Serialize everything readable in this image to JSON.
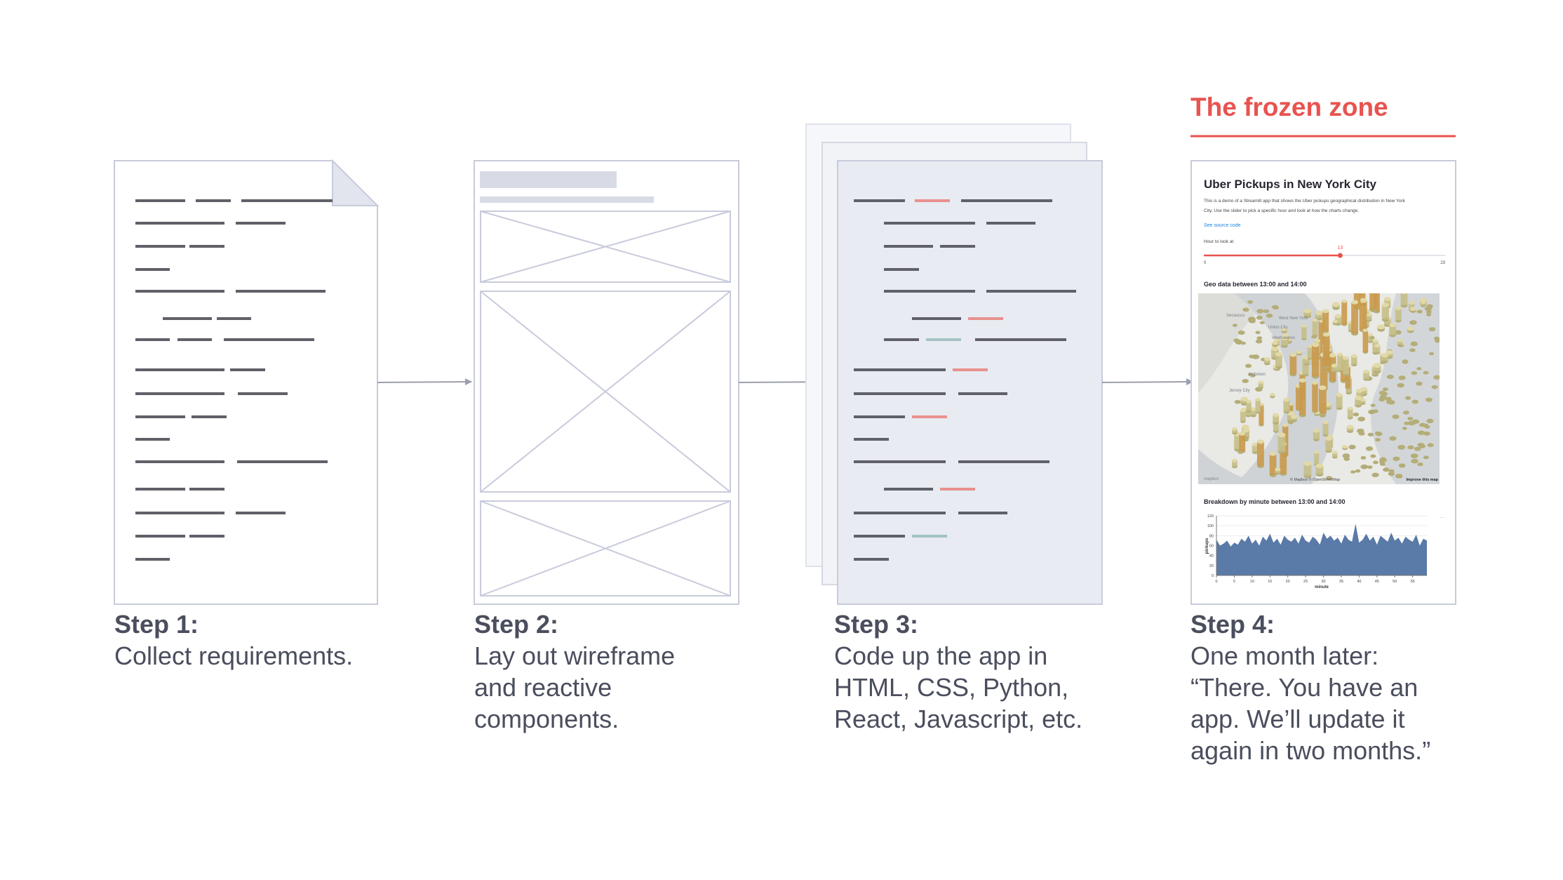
{
  "frozen_zone": {
    "label": "The frozen zone",
    "color": "#e8534f"
  },
  "colors": {
    "doc_outline": "#c8cbdb",
    "text_line": "#5f6068",
    "code_red": "#e8918e",
    "code_teal": "#a4c2c4",
    "code_page": "#e8ebf2",
    "arrow": "#9c9fae",
    "chart_fill": "#5a7aa8",
    "slider": "#e8534f"
  },
  "steps": [
    {
      "title": "Step 1:",
      "lines": [
        "Collect requirements."
      ]
    },
    {
      "title": "Step 2:",
      "lines": [
        "Lay out wireframe",
        "and reactive",
        "components."
      ]
    },
    {
      "title": "Step 3:",
      "lines": [
        "Code up the app in",
        "HTML, CSS, Python,",
        "React, Javascript, etc."
      ]
    },
    {
      "title": "Step 4:",
      "lines": [
        "One month later:",
        "“There. You have an",
        "app. We’ll update it",
        "again in two months.”"
      ]
    }
  ],
  "app": {
    "title": "Uber Pickups in New York City",
    "description": [
      "This is a demo of a Streamlit app that shows the Uber pickups geographical distribution in New York",
      "City. Use the slider to pick a specific hour and look at how the charts change."
    ],
    "link": "See source code",
    "slider_label": "Hour to look at",
    "slider_value": "13",
    "slider_min": "0",
    "slider_max": "23",
    "slider_fraction": 0.565,
    "map_title": "Geo data between 13:00 and 14:00",
    "map_labels": [
      "Secaucus",
      "West New York",
      "Union City",
      "Weehawken",
      "Hoboken",
      "Jersey City"
    ],
    "map_attribution": "© Mapbox © OpenStreetMap",
    "map_improve": "Improve this map",
    "map_logo": "mapbox",
    "chart_title": "Breakdown by minute between 13:00 and 14:00",
    "chart_ylabel": "pickups",
    "chart_xlabel": "minute"
  },
  "chart_data": {
    "type": "area",
    "title": "Breakdown by minute between 13:00 and 14:00",
    "xlabel": "minute",
    "ylabel": "pickups",
    "ylim": [
      0,
      120
    ],
    "xlim": [
      0,
      59
    ],
    "y_ticks": [
      0,
      20,
      40,
      60,
      80,
      100,
      120
    ],
    "x_ticks": [
      0,
      5,
      10,
      15,
      20,
      25,
      30,
      35,
      40,
      45,
      50,
      55
    ],
    "x": [
      0,
      1,
      2,
      3,
      4,
      5,
      6,
      7,
      8,
      9,
      10,
      11,
      12,
      13,
      14,
      15,
      16,
      17,
      18,
      19,
      20,
      21,
      22,
      23,
      24,
      25,
      26,
      27,
      28,
      29,
      30,
      31,
      32,
      33,
      34,
      35,
      36,
      37,
      38,
      39,
      40,
      41,
      42,
      43,
      44,
      45,
      46,
      47,
      48,
      49,
      50,
      51,
      52,
      53,
      54,
      55,
      56,
      57,
      58,
      59
    ],
    "values": [
      72,
      60,
      64,
      70,
      58,
      66,
      62,
      74,
      68,
      80,
      64,
      72,
      60,
      78,
      70,
      84,
      66,
      74,
      62,
      80,
      72,
      68,
      76,
      64,
      82,
      70,
      66,
      78,
      72,
      62,
      86,
      74,
      80,
      70,
      76,
      64,
      82,
      72,
      68,
      104,
      66,
      72,
      84,
      70,
      78,
      62,
      80,
      74,
      68,
      86,
      70,
      76,
      64,
      78,
      72,
      68,
      82,
      60,
      74,
      70
    ]
  }
}
